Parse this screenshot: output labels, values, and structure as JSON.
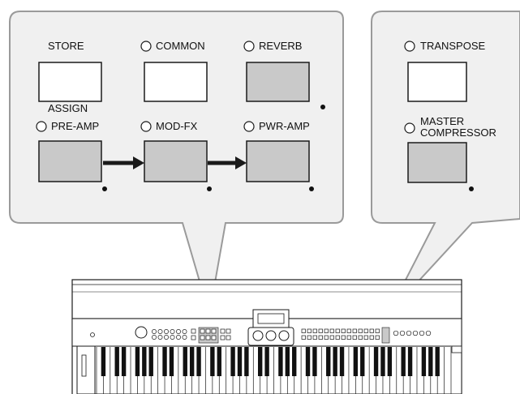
{
  "left_panel": {
    "store_label": "STORE",
    "assign_label": "ASSIGN",
    "common_label": "COMMON",
    "reverb_label": "REVERB",
    "preamp_label": "PRE-AMP",
    "modfx_label": "MOD-FX",
    "pwramp_label": "PWR-AMP"
  },
  "right_panel": {
    "transpose_label": "TRANSPOSE",
    "master_compressor_line1": "MASTER",
    "master_compressor_line2": "COMPRESSOR"
  },
  "colors": {
    "panel_fill": "#f0f0f0",
    "button_white": "#ffffff",
    "button_active": "#c9c9c9",
    "stroke": "#1a1a1a",
    "callout_line": "#9a9a9a"
  }
}
